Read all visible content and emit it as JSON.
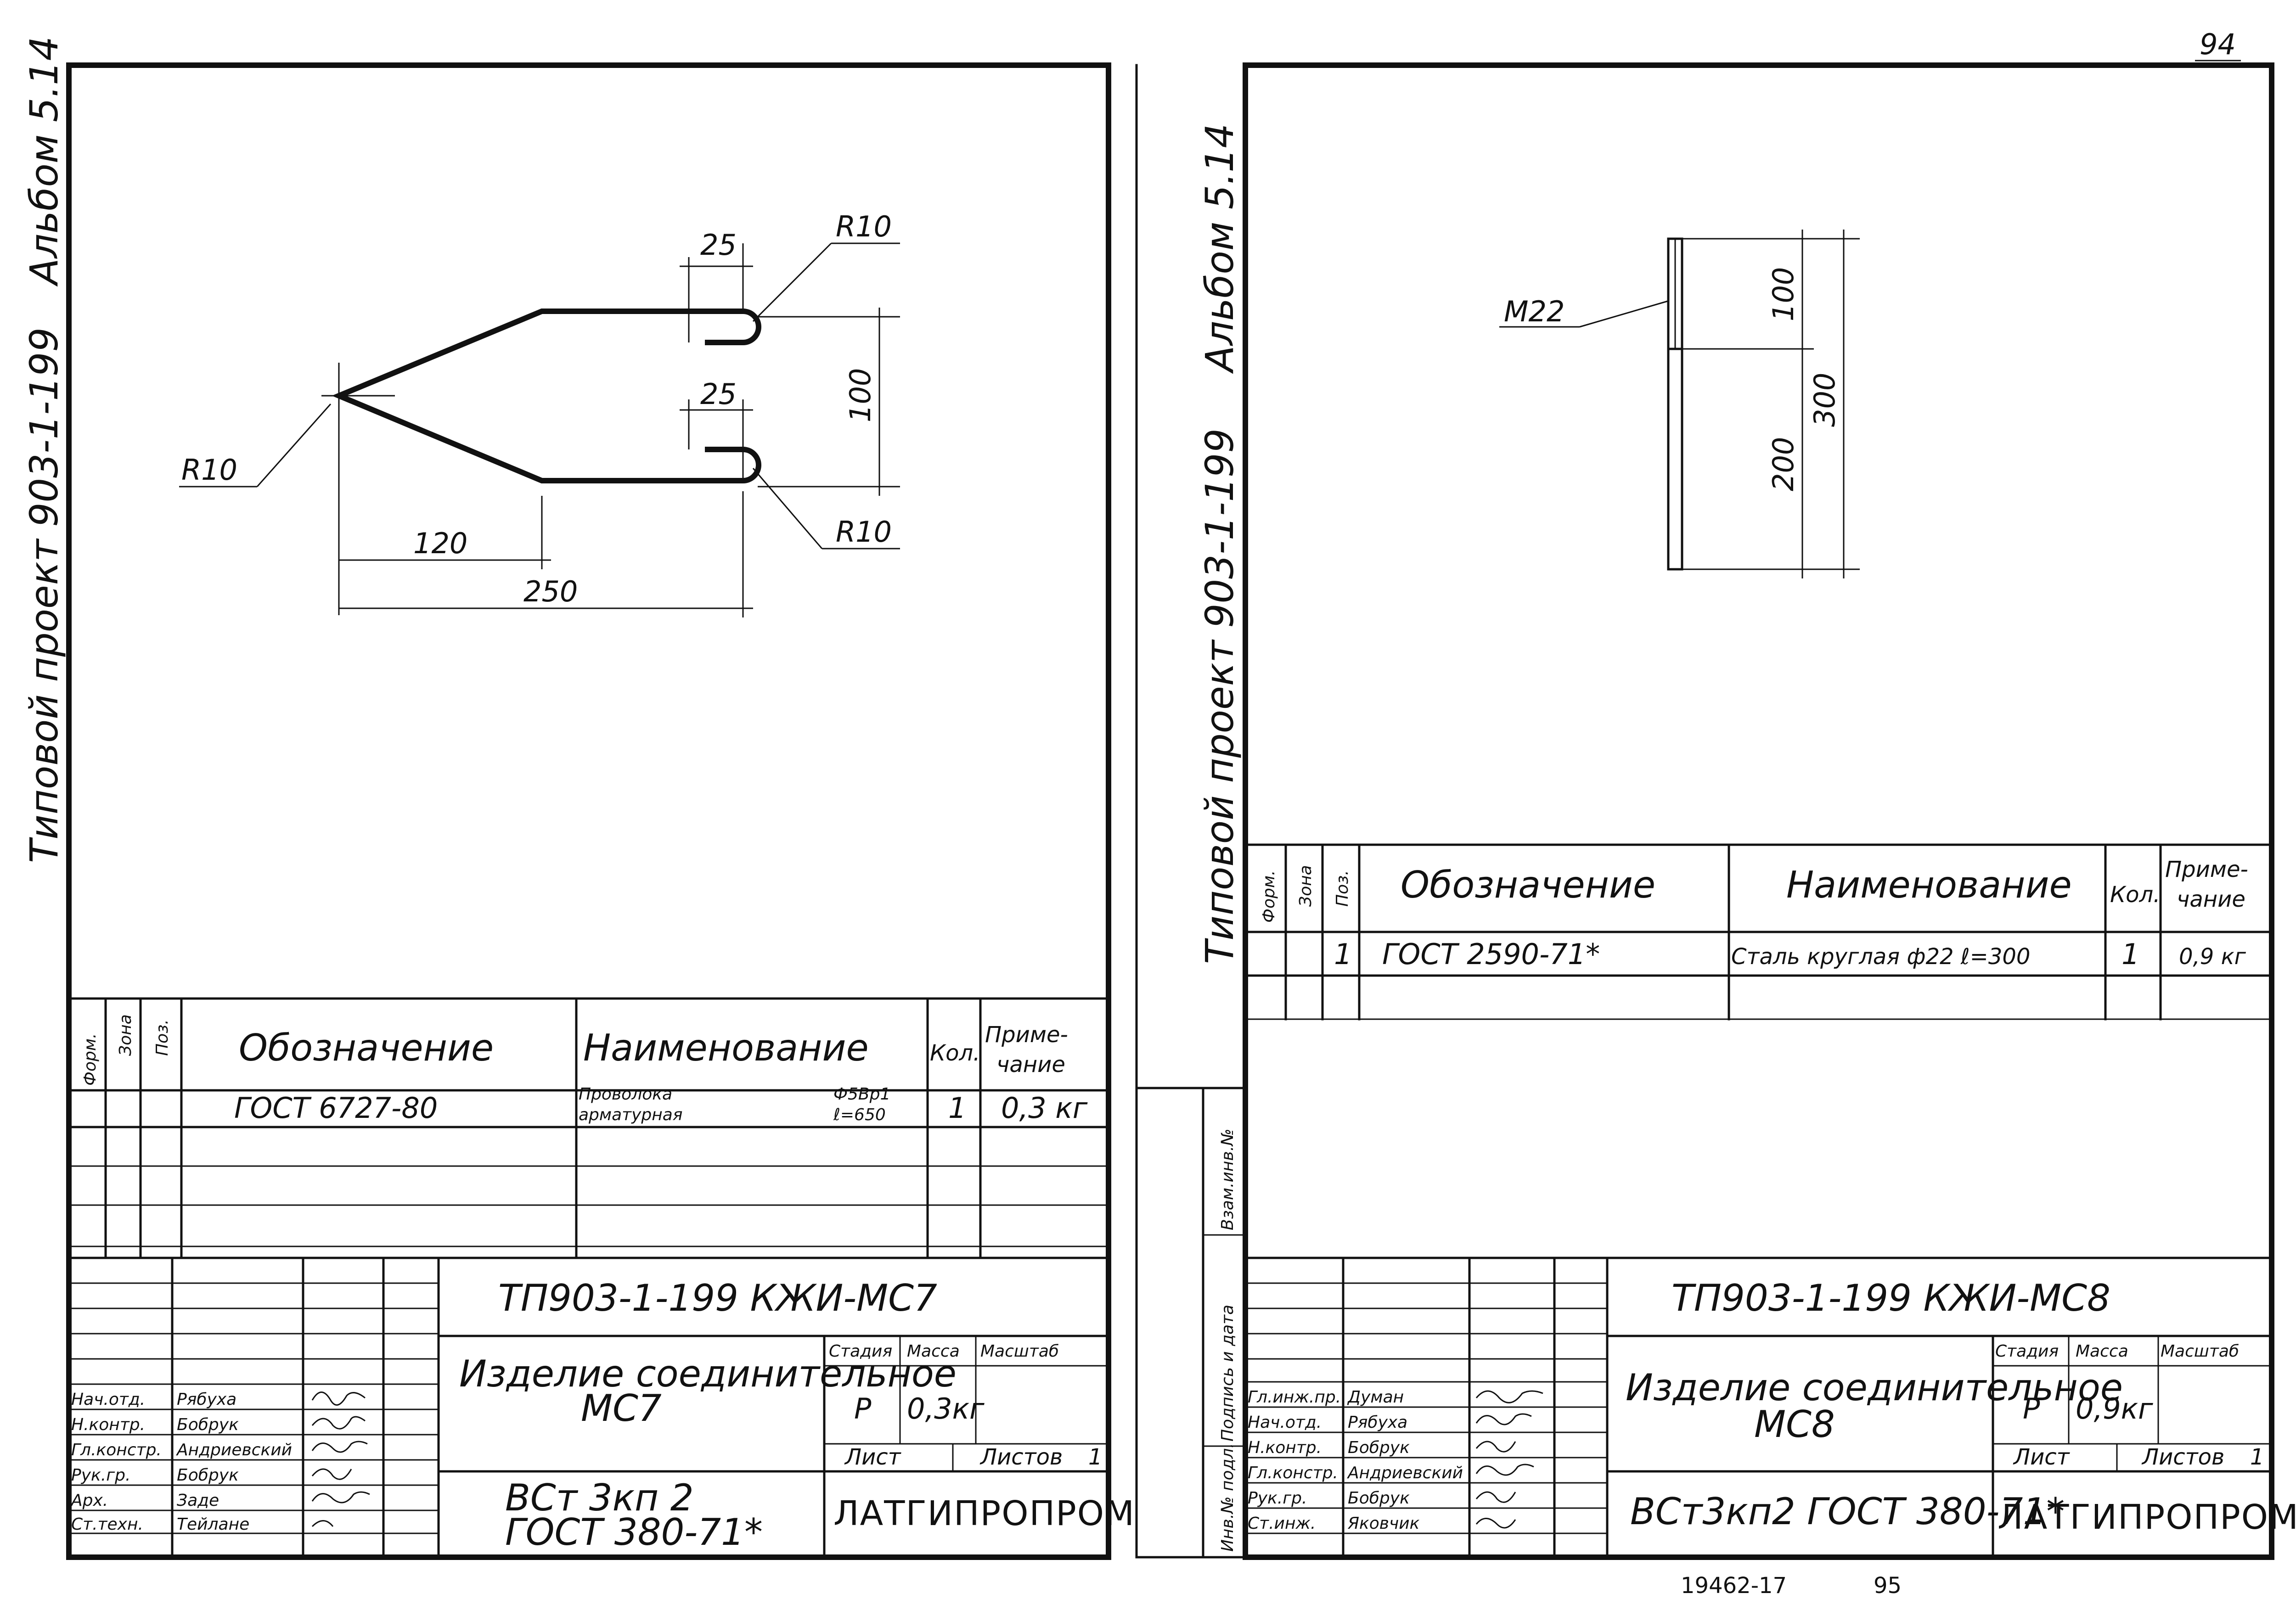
{
  "page_number": "94",
  "footer": {
    "code": "19462-17",
    "num": "95"
  },
  "vertical_caption": {
    "project": "Типовой проект 903-1-199",
    "album": "Альбом 5.14"
  },
  "side_stamp": {
    "inv": "Инв.№ подл.",
    "sign": "Подпись и дата",
    "vzam": "Взам.инв.№"
  },
  "spec_headers": {
    "form": "Форм.",
    "zone": "Зона",
    "pos": "Поз.",
    "designation": "Обозначение",
    "name": "Наименование",
    "qty": "Кол.",
    "note1": "Приме-",
    "note2": "чание"
  },
  "title_headers": {
    "stage": "Стадия",
    "mass": "Масса",
    "scale": "Масштаб",
    "sheet": "Лист",
    "sheets": "Листов"
  },
  "sheet1": {
    "dims": {
      "r_top": "R10",
      "r_left": "R10",
      "r_bottom": "R10",
      "d25a": "25",
      "d25b": "25",
      "d100": "100",
      "d120": "120",
      "d250": "250"
    },
    "spec": {
      "designation": "ГОСТ 6727-80",
      "name1": "Проволока",
      "name2": "арматурная",
      "spec1": "Ф5Вр1",
      "spec2": "ℓ=650",
      "qty": "1",
      "note": "0,3 кг"
    },
    "title": {
      "code": "ТП903-1-199 КЖИ-МС7",
      "name1": "Изделие соединительное",
      "name2": "МС7",
      "material1": "ВСт 3кп 2",
      "material2": "ГОСТ 380-71*",
      "stage": "Р",
      "mass": "0,3кг",
      "sheets_count": "1",
      "org": "ЛАТГИПРОПРОМ",
      "staff": [
        {
          "role": "Нач.отд.",
          "name": "Рябуха"
        },
        {
          "role": "Н.контр.",
          "name": "Бобрук"
        },
        {
          "role": "Гл.констр.",
          "name": "Андриевский"
        },
        {
          "role": "Рук.гр.",
          "name": "Бобрук"
        },
        {
          "role": "Арх.",
          "name": "Заде"
        },
        {
          "role": "Ст.техн.",
          "name": "Тейлане"
        }
      ]
    }
  },
  "sheet2": {
    "dims": {
      "thread": "М22",
      "d100": "100",
      "d200": "200",
      "d300": "300"
    },
    "spec": {
      "pos": "1",
      "designation": "ГОСТ 2590-71*",
      "name": "Сталь круглая ф22 ℓ=300",
      "qty": "1",
      "note": "0,9 кг"
    },
    "title": {
      "code": "ТП903-1-199 КЖИ-МС8",
      "name1": "Изделие соединительное",
      "name2": "МС8",
      "material": "ВСт3кп2 ГОСТ 380-71*",
      "stage": "Р",
      "mass": "0,9кг",
      "sheets_count": "1",
      "org": "ЛАТГИПРОПРОМ",
      "staff": [
        {
          "role": "Гл.инж.пр.",
          "name": "Думан"
        },
        {
          "role": "Нач.отд.",
          "name": "Рябуха"
        },
        {
          "role": "Н.контр.",
          "name": "Бобрук"
        },
        {
          "role": "Гл.констр.",
          "name": "Андриевский"
        },
        {
          "role": "Рук.гр.",
          "name": "Бобрук"
        },
        {
          "role": "Ст.инж.",
          "name": "Яковчик"
        }
      ]
    }
  }
}
